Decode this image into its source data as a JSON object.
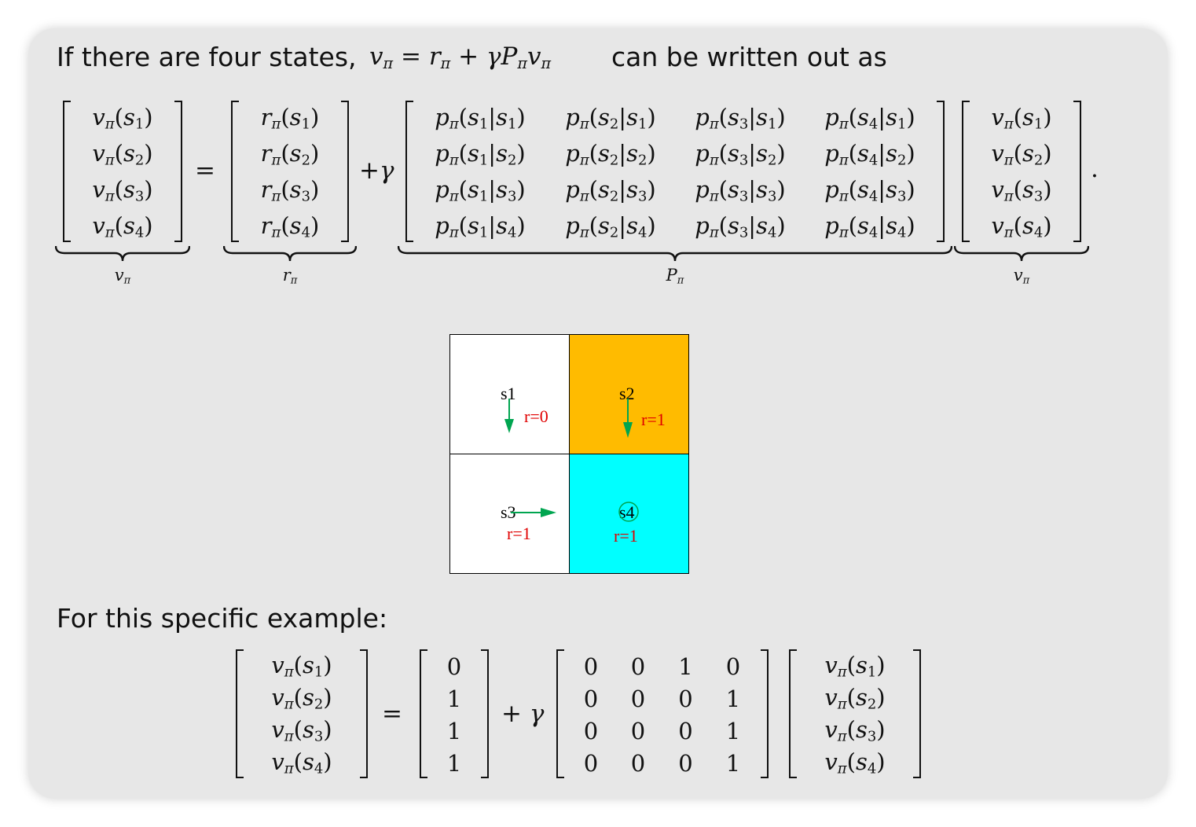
{
  "intro": {
    "lead": "If there are four states,",
    "equation_lhs": "v",
    "equation_lhs_sub": "π",
    "equation_rest_r": "r",
    "equation_rest_gamma": "γP",
    "equation_rest_v": "v",
    "trail": "can be written out as"
  },
  "general_equation": {
    "lhs_vector": [
      "v_π(s1)",
      "v_π(s2)",
      "v_π(s3)",
      "v_π(s4)"
    ],
    "reward_vector": [
      "r_π(s1)",
      "r_π(s2)",
      "r_π(s3)",
      "r_π(s4)"
    ],
    "gamma_prefix": "+γ",
    "equals": "=",
    "transition_matrix": [
      [
        "p_π(s1|s1)",
        "p_π(s2|s1)",
        "p_π(s3|s1)",
        "p_π(s4|s1)"
      ],
      [
        "p_π(s1|s2)",
        "p_π(s2|s2)",
        "p_π(s3|s2)",
        "p_π(s4|s2)"
      ],
      [
        "p_π(s1|s3)",
        "p_π(s2|s3)",
        "p_π(s3|s3)",
        "p_π(s4|s3)"
      ],
      [
        "p_π(s1|s4)",
        "p_π(s2|s4)",
        "p_π(s3|s4)",
        "p_π(s4|s4)"
      ]
    ],
    "rhs_vector": [
      "v_π(s1)",
      "v_π(s2)",
      "v_π(s3)",
      "v_π(s4)"
    ],
    "period": ".",
    "brace_labels": {
      "lhs": "v",
      "reward": "r",
      "matrix": "P",
      "rhs": "v",
      "sub": "π"
    }
  },
  "grid_world": {
    "cells": [
      {
        "name": "s1",
        "reward": "r=0",
        "color": "#ffffff"
      },
      {
        "name": "s2",
        "reward": "r=1",
        "color": "#ffbb00"
      },
      {
        "name": "s3",
        "reward": "r=1",
        "color": "#ffffff"
      },
      {
        "name": "s4",
        "reward": "r=1",
        "color": "#00ffff"
      }
    ],
    "arrow_color": "#00a550",
    "reward_color": "#e00000"
  },
  "example": {
    "heading": "For this specific example:",
    "lhs_vector": [
      "v_π(s1)",
      "v_π(s2)",
      "v_π(s3)",
      "v_π(s4)"
    ],
    "equals": "=",
    "reward_vector": [
      "0",
      "1",
      "1",
      "1"
    ],
    "gamma_prefix": "+ γ",
    "matrix": [
      [
        "0",
        "0",
        "1",
        "0"
      ],
      [
        "0",
        "0",
        "0",
        "1"
      ],
      [
        "0",
        "0",
        "0",
        "1"
      ],
      [
        "0",
        "0",
        "0",
        "1"
      ]
    ],
    "rhs_vector": [
      "v_π(s1)",
      "v_π(s2)",
      "v_π(s3)",
      "v_π(s4)"
    ]
  }
}
